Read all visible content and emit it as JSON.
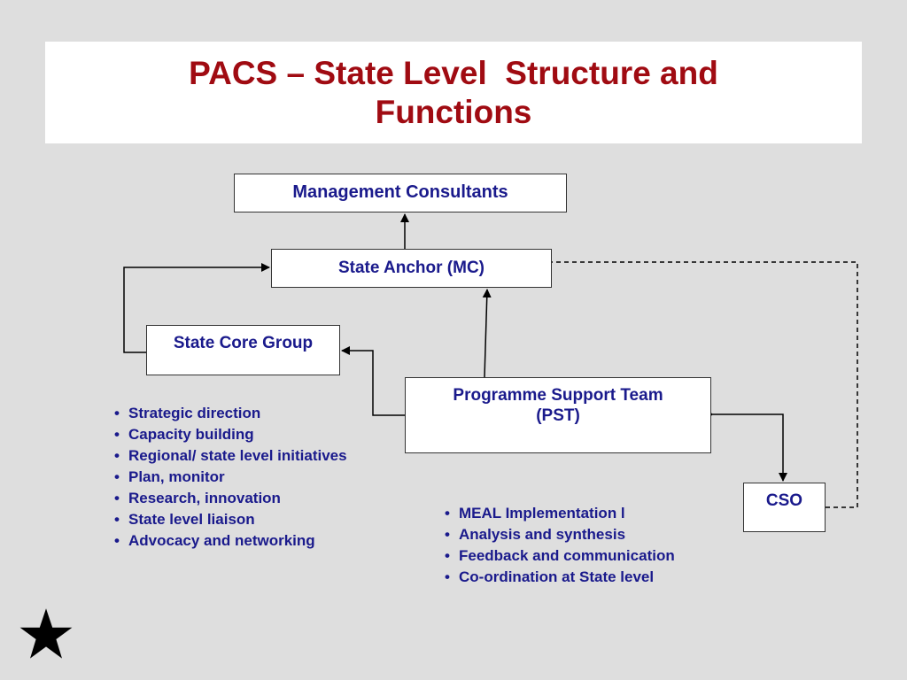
{
  "slide": {
    "title_lines": [
      "PACS – State Level  Structure and",
      "Functions"
    ]
  },
  "nodes": {
    "management_consultants": "Management Consultants",
    "state_anchor": "State Anchor (MC)",
    "state_core_group": "State Core Group",
    "pst_line1": "Programme Support Team",
    "pst_line2": "(PST)",
    "cso": "CSO"
  },
  "lists": {
    "core_group_functions": [
      "Strategic direction",
      "Capacity building",
      "Regional/ state level initiatives",
      "Plan, monitor",
      "Research, innovation",
      "State level liaison",
      "Advocacy and networking"
    ],
    "pst_functions": [
      "MEAL Implementation l",
      "Analysis and synthesis",
      "Feedback and communication",
      "Co-ordination at State level"
    ]
  },
  "colors": {
    "title": "#a00b12",
    "node_text": "#1a1a8c",
    "background": "#dedede"
  },
  "icons": {
    "corner": "star-icon"
  }
}
